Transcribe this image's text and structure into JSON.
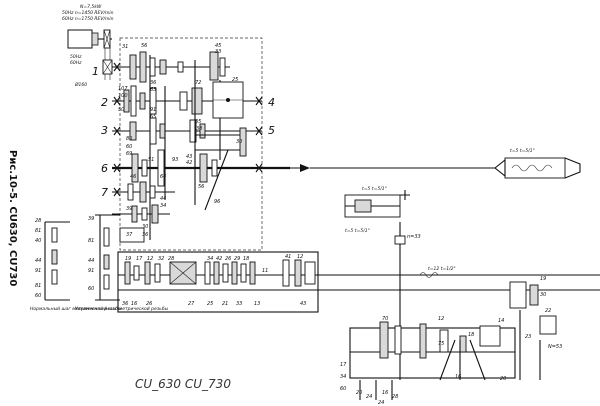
{
  "caption": "Рис.10-5. CU630, CU730",
  "model_title": "CU_630  CU_730",
  "motor": {
    "power_text": "N=7,5kW",
    "speed_50": "50Hz n=1450 REV/min",
    "speed_60": "60Hz n=1750 REV/min",
    "belt_1": "50Hz",
    "belt_2": "60Hz",
    "pulley": "Ø160"
  },
  "shafts": {
    "s1": "1",
    "s2": "2",
    "s3": "3",
    "s4": "4",
    "s5": "5",
    "s6": "6",
    "s7": "7"
  },
  "gears": {
    "g31": "31",
    "g56": "56",
    "g45": "45",
    "g33": "33",
    "g107": "107",
    "g100": "100",
    "g36": "36",
    "g63": "63",
    "g91": "91",
    "g50": "50",
    "g65": "65",
    "g80": "80",
    "g25": "25",
    "g72": "72",
    "g60": "60",
    "g35": "35",
    "g38": "38",
    "g51": "51",
    "g93": "93",
    "g43": "43",
    "g42": "42",
    "g30": "30",
    "g69": "69",
    "g46": "46",
    "g64": "64",
    "g56b": "56",
    "g96": "96",
    "g39": "39",
    "g30b": "30",
    "g44": "44",
    "g37": "37",
    "g36b": "36",
    "g34": "34"
  },
  "left_box": {
    "top": "28",
    "a": "81",
    "b": "40",
    "c": "44",
    "d": "91",
    "e": "81",
    "f": "60",
    "label": "Нормальный шаг метрической резьбы"
  },
  "mid_left_box": {
    "n39": "39",
    "n81": "81",
    "n44": "44",
    "n91": "91",
    "n60": "60",
    "label": "Увеличенный шаг метрической резьбы"
  },
  "feed_box": {
    "n19": "19",
    "n17": "17",
    "n12": "12",
    "n32": "32",
    "n28": "28",
    "n34": "34",
    "n42": "42",
    "n26": "26",
    "n29": "29",
    "n18": "18",
    "n41": "41",
    "n11": "11",
    "n12b": "12",
    "n36": "36",
    "n16": "16",
    "n26b": "26",
    "n27": "27",
    "n25": "25",
    "n21": "21",
    "n33": "33",
    "n13": "13",
    "n43": "43"
  },
  "leadscrew": {
    "pitch": "t=5 t=5/1\"",
    "ratio": "t=12 t=1/2\"",
    "n33": "n=33",
    "n6": "t=5 t=5/1\""
  },
  "apron": {
    "n70": "70",
    "n12": "12",
    "n75": "75",
    "n18": "18",
    "n17": "17",
    "n34": "34",
    "n60": "60",
    "n20": "20",
    "n24": "24",
    "n16": "16",
    "n28": "28",
    "n24b": "24",
    "n19": "19",
    "n30": "30",
    "n22": "22",
    "n53": "N=53",
    "n23": "23",
    "n14": "14",
    "n16b": "16",
    "n20b": "20"
  }
}
